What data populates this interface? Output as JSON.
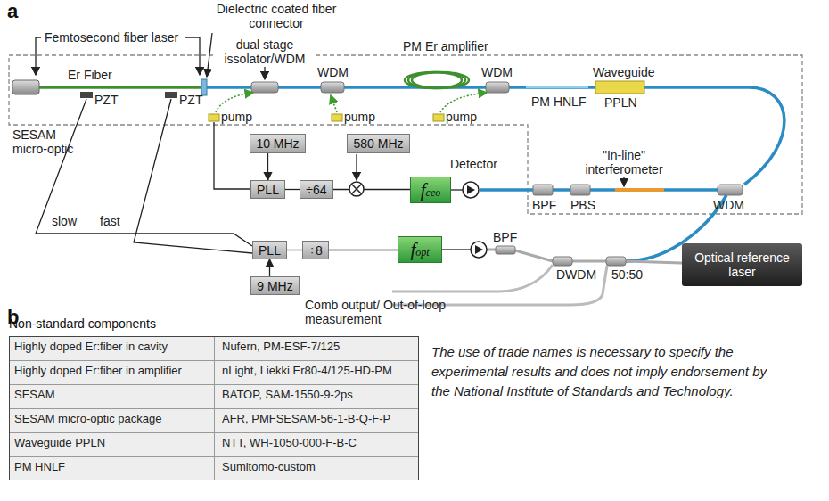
{
  "diagram": {
    "nodes": [
      {
        "text": [
          "10 MHz"
        ]
      },
      {
        "text": [
          "580 MHz"
        ]
      },
      {
        "text": [
          "PLL"
        ]
      },
      {
        "text": [
          "÷64"
        ]
      },
      {
        "text": [
          "fceo"
        ]
      },
      {
        "text": [
          "PLL"
        ]
      },
      {
        "text": [
          "÷8"
        ]
      },
      {
        "text": [
          "fopt"
        ]
      },
      {
        "text": [
          "9 MHz"
        ]
      },
      {
        "text": [
          "Optical reference laser"
        ]
      },
      {
        "text": [
          "Non-standard components"
        ]
      }
    ],
    "edges": [
      {
        "from": 0,
        "to": 2,
        "arrow": "to"
      },
      {
        "from": 3,
        "to": 2,
        "arrow": "none"
      },
      {
        "from": 4,
        "to": 3,
        "arrow": "none"
      },
      {
        "from": 6,
        "to": 5,
        "arrow": "none"
      },
      {
        "from": 7,
        "to": 6,
        "arrow": "none"
      },
      {
        "from": 8,
        "to": 5,
        "arrow": "to"
      }
    ],
    "labels": [
      "a",
      "Dielectric coated fiber connector",
      "Femtosecond fiber laser",
      "dual stage issolator/WDM",
      "PM Er amplifier",
      "Er Fiber",
      "WDM",
      "WDM",
      "PM HNLF",
      "Waveguide",
      "PPLN",
      "SESAM micro-optic",
      "PZT",
      "PZT",
      "pump",
      "pump",
      "pump",
      "Detector",
      "\"In-line\" interferometer",
      "BPF",
      "PBS",
      "WDM",
      "slow",
      "fast",
      "BPF",
      "Comb output/ Out-of-loop measurement",
      "DWDM",
      "50:50",
      "b",
      "Highly doped Er:fiber in cavity",
      "Nufern, PM-ESF-7/125",
      "Highly doped Er:fiber in amplifier",
      "nLight, Liekki Er80-4/125-HD-PM",
      "SESAM",
      "BATOP, SAM-1550-9-2ps",
      "SESAM micro-optic package",
      "AFR, PMFSESAM-56-1-B-Q-F-P",
      "Waveguide PPLN",
      "NTT, WH-1050-000-F-B-C",
      "PM HNLF",
      "Sumitomo-custom",
      "The use of trade names is necessary to specify the experimental results and does not imply endorsement by the National Institute of Standards and Technology."
    ]
  }
}
